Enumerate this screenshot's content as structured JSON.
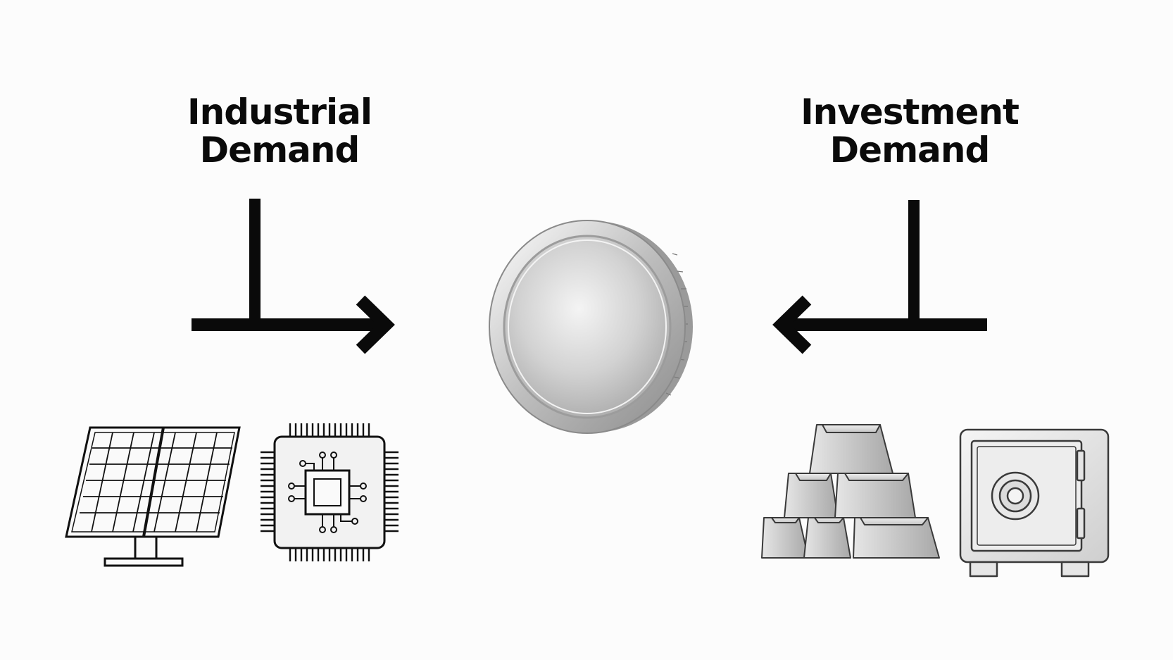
{
  "industrial": {
    "title_line1": "Industrial",
    "title_line2": "Demand",
    "icons": [
      "solar-panel-icon",
      "microchip-icon"
    ]
  },
  "investment": {
    "title_line1": "Investment",
    "title_line2": "Demand",
    "icons": [
      "silver-bars-icon",
      "safe-icon"
    ]
  },
  "center": {
    "icon": "silver-coin-icon"
  },
  "colors": {
    "ink": "#0a0a0a",
    "silver": "#c8c8c8",
    "background": "#fcfcfc"
  }
}
